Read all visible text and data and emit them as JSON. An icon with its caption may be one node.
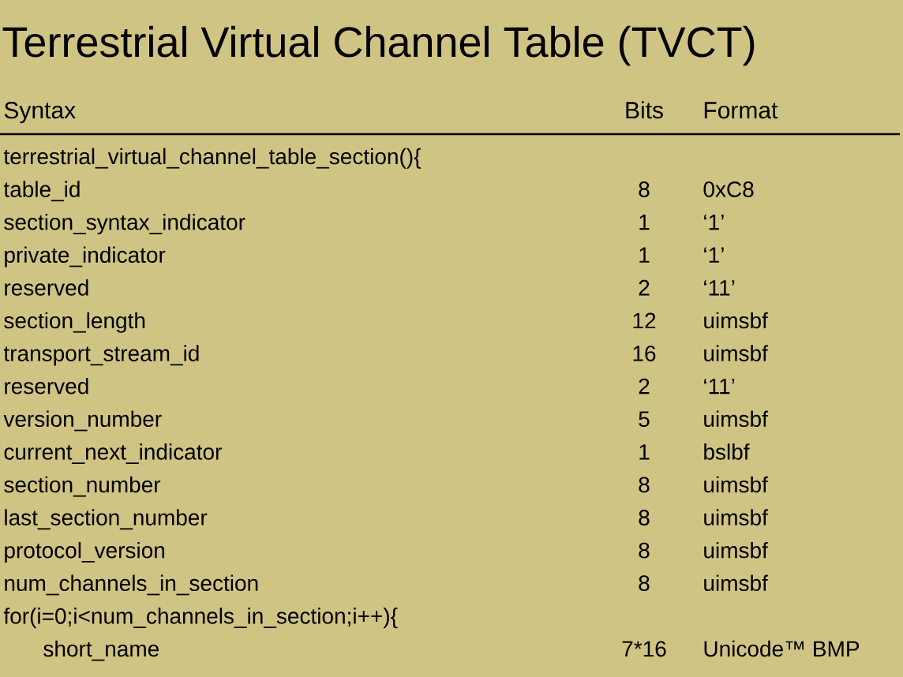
{
  "diagram": {
    "title": "Terrestrial Virtual Channel Table (TVCT)",
    "labels": [
      "Syntax",
      "Bits",
      "Format",
      "terrestrial_virtual_channel_table_section(){",
      "table_id",
      "8",
      "0xC8",
      "section_syntax_indicator",
      "1",
      "‘1’",
      "private_indicator",
      "1",
      "‘1’",
      "reserved",
      "2",
      "‘11’",
      "section_length",
      "12",
      "uimsbf",
      "transport_stream_id",
      "16",
      "uimsbf",
      "reserved",
      "2",
      "‘11’",
      "version_number",
      "5",
      "uimsbf",
      "current_next_indicator",
      "1",
      "bslbf",
      "section_number",
      "8",
      "uimsbf",
      "last_section_number",
      "8",
      "uimsbf",
      "protocol_version",
      "8",
      "uimsbf",
      "num_channels_in_section",
      "8",
      "uimsbf",
      "for(i=0;i<num_channels_in_section;i++){",
      "short_name",
      "7*16",
      "Unicode™ BMP"
    ]
  }
}
